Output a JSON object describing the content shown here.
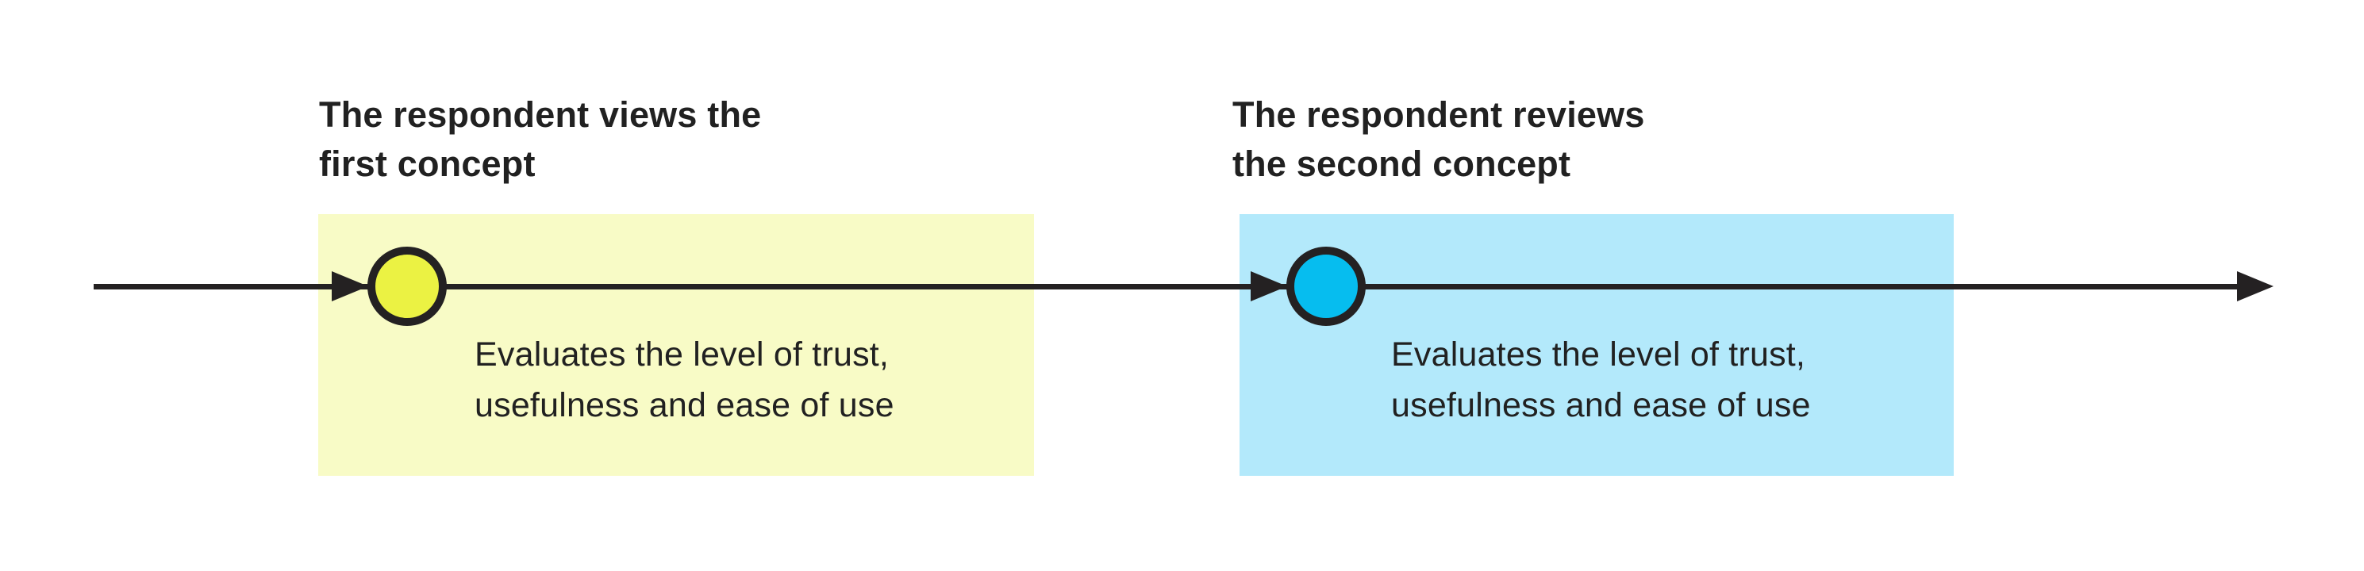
{
  "diagram": {
    "type": "timeline",
    "background": "#ffffff",
    "line_color": "#242122",
    "text_color": "#212121"
  },
  "stages": [
    {
      "name": "first-concept",
      "label_lines": [
        "The respondent views the",
        "first concept"
      ],
      "description_lines": [
        "Evaluates the level of trust,",
        "usefulness and ease of use"
      ],
      "highlight_color": "#f8fbc6",
      "marker_color": "#ebf243"
    },
    {
      "name": "second-concept",
      "label_lines": [
        "The respondent reviews",
        "the second concept"
      ],
      "description_lines": [
        "Evaluates the level of trust,",
        "usefulness and ease of use"
      ],
      "highlight_color": "#b3e9fb",
      "marker_color": "#06bdef"
    }
  ]
}
